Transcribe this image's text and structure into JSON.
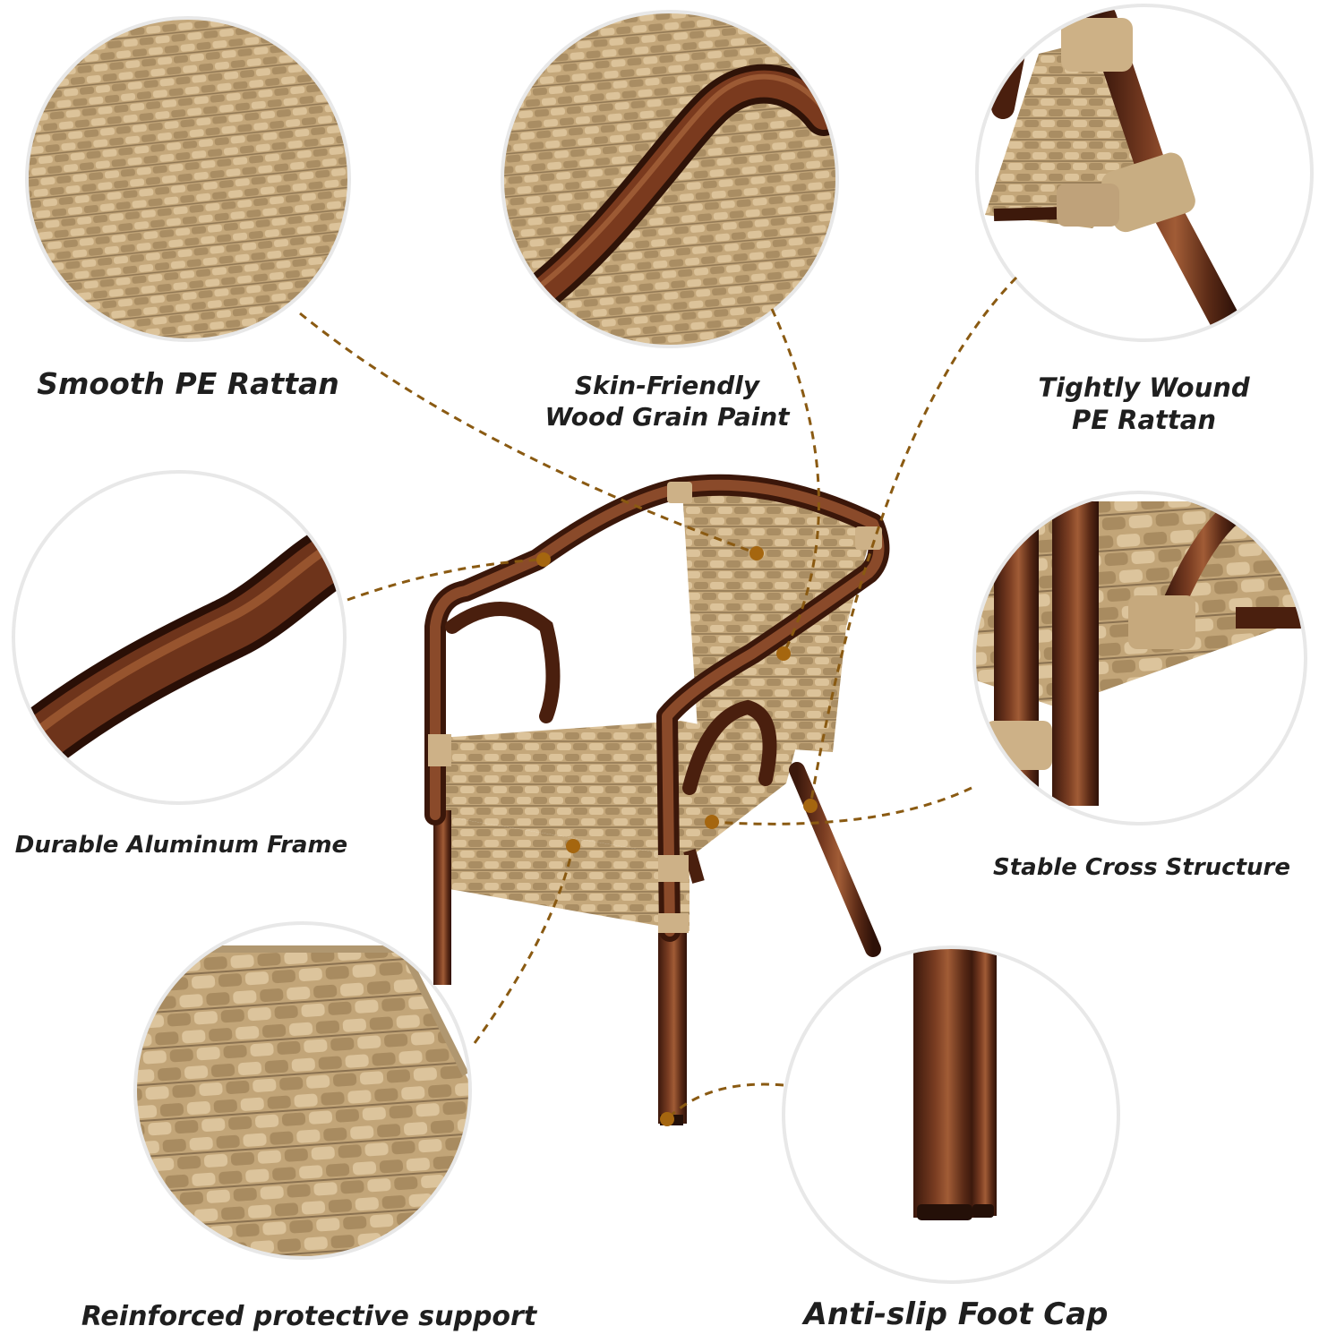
{
  "features": {
    "smooth_pe_rattan": "Smooth PE Rattan",
    "wood_grain_line1": "Skin-Friendly",
    "wood_grain_line2": "Wood Grain Paint",
    "tightly_wound_line1": "Tightly Wound",
    "tightly_wound_line2": "PE Rattan",
    "aluminum_frame": "Durable Aluminum Frame",
    "cross_structure": "Stable Cross Structure",
    "protective_support": "Reinforced protective support",
    "foot_cap": "Anti-slip Foot Cap"
  },
  "colors": {
    "rattan": "#c9ad80",
    "rattan_dark": "#8d7552",
    "frame": "#5a2a18",
    "frame_light": "#8a4a2c",
    "leader": "#8a5a12",
    "circle_border": "#e6e6e6"
  }
}
